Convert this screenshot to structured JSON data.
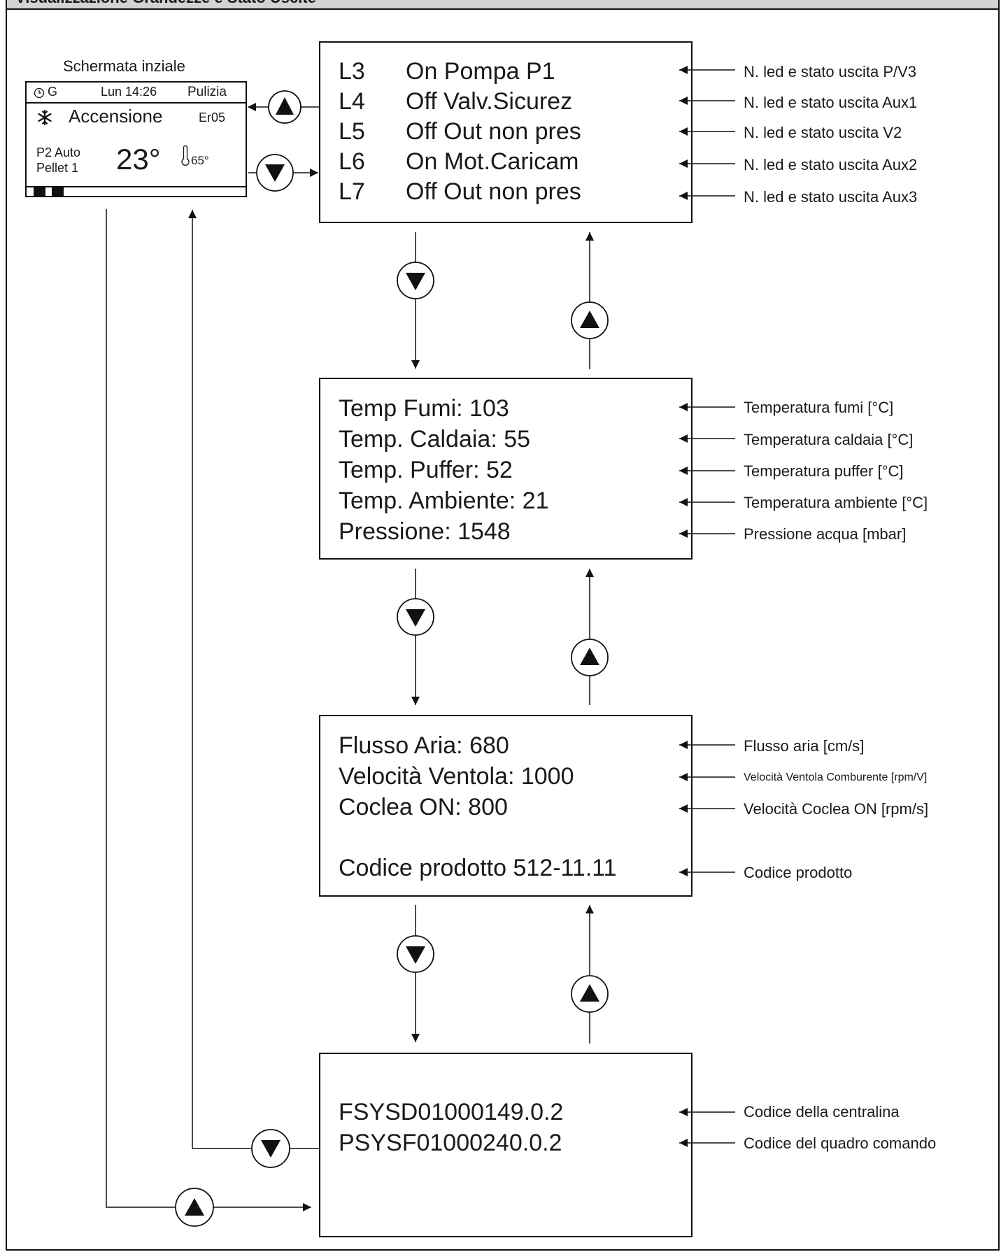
{
  "header": {
    "title": "Visualizzazione Grandezze e Stato Uscite"
  },
  "initial_screen": {
    "caption": "Schermata inziale",
    "mode": "G",
    "day_time": "Lun 14:26",
    "phase": "Pulizia",
    "state": "Accensione",
    "error": "Er05",
    "line1": "P2 Auto",
    "line2": "Pellet 1",
    "room_temp": "23°",
    "water_temp": "65°"
  },
  "box1": {
    "rows": [
      {
        "id": "L3",
        "text": "On Pompa P1",
        "note": "N. led e stato uscita P/V3"
      },
      {
        "id": "L4",
        "text": "Off Valv.Sicurez",
        "note": "N. led e stato uscita Aux1"
      },
      {
        "id": "L5",
        "text": "Off Out non pres",
        "note": "N. led e stato uscita V2"
      },
      {
        "id": "L6",
        "text": "On Mot.Caricam",
        "note": "N. led e stato uscita Aux2"
      },
      {
        "id": "L7",
        "text": "Off Out non pres",
        "note": "N. led e stato uscita Aux3"
      }
    ]
  },
  "box2": {
    "rows": [
      {
        "text": "Temp Fumi: 103",
        "note": "Temperatura fumi [°C]"
      },
      {
        "text": "Temp. Caldaia: 55",
        "note": "Temperatura caldaia [°C]"
      },
      {
        "text": "Temp. Puffer: 52",
        "note": "Temperatura puffer [°C]"
      },
      {
        "text": "Temp. Ambiente: 21",
        "note": "Temperatura ambiente [°C]"
      },
      {
        "text": "Pressione: 1548",
        "note": "Pressione acqua [mbar]"
      }
    ]
  },
  "box3": {
    "rows": [
      {
        "text": "Flusso Aria: 680",
        "note": "Flusso aria [cm/s]"
      },
      {
        "text": "Velocità Ventola: 1000",
        "note": "Velocità Ventola Comburente [rpm/V]"
      },
      {
        "text": "Coclea ON: 800",
        "note": "Velocità Coclea ON [rpm/s]"
      },
      {
        "text": "Codice prodotto 512-11.11",
        "note": "Codice prodotto"
      }
    ]
  },
  "box4": {
    "rows": [
      {
        "text": "FSYSD01000149.0.2",
        "note": "Codice della centralina"
      },
      {
        "text": "PSYSF01000240.0.2",
        "note": "Codice del quadro comando"
      }
    ]
  },
  "icons": [
    "clock-icon",
    "snowflake-icon",
    "thermometer-icon",
    "arrow-up-button-icon",
    "arrow-down-button-icon"
  ]
}
